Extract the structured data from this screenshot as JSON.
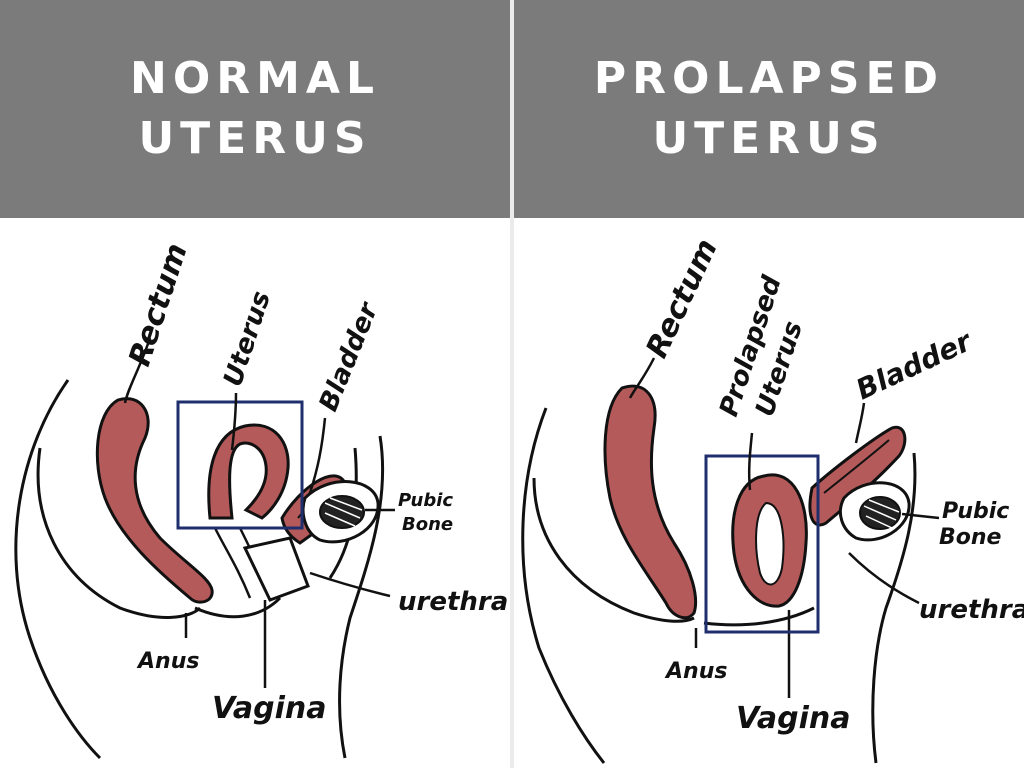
{
  "colors": {
    "header_bg": "#7b7b7b",
    "header_text": "#ffffff",
    "organ_fill": "#b55a5a",
    "outline": "#111111",
    "highlight_box": "#1f2f6e"
  },
  "panels": [
    {
      "heading_line1": "NORMAL",
      "heading_line2": "UTERUS",
      "labels": {
        "rectum": "Rectum",
        "uterus": "Uterus",
        "bladder": "Bladder",
        "pubic": "Pubic",
        "bone": "Bone",
        "urethra": "urethra",
        "anus": "Anus",
        "vagina": "Vagina"
      }
    },
    {
      "heading_line1": "PROLAPSED",
      "heading_line2": "UTERUS",
      "labels": {
        "rectum": "Rectum",
        "uterus_line1": "Prolapsed",
        "uterus_line2": "Uterus",
        "bladder": "Bladder",
        "pubic": "Pubic",
        "bone": "Bone",
        "urethra": "urethra",
        "anus": "Anus",
        "vagina": "Vagina"
      }
    }
  ]
}
